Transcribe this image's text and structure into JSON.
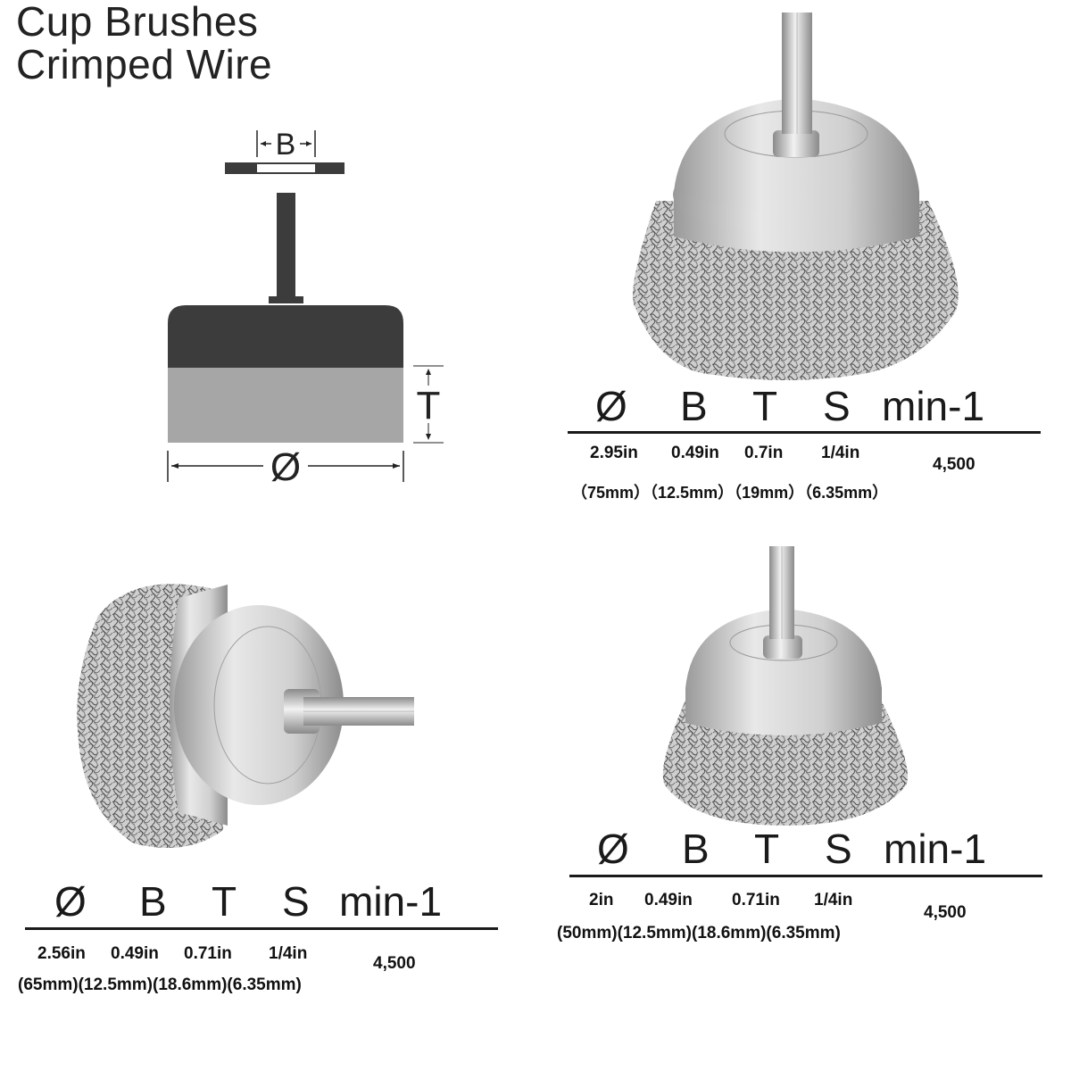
{
  "title": {
    "line1": "Cup Brushes",
    "line2": "Crimped Wire"
  },
  "diagram": {
    "label_b": "B",
    "label_t": "T",
    "label_dia": "Ø"
  },
  "spec_headers": {
    "dia": "Ø",
    "b": "B",
    "t": "T",
    "s": "S",
    "rpm": "min-1"
  },
  "products": [
    {
      "dia_in": "2.95in",
      "b_in": "0.49in",
      "t_in": "0.7in",
      "s_in": "1/4in",
      "metric_line": "（75mm）（12.5mm）（19mm）（6.35mm）",
      "rpm": "4,500"
    },
    {
      "dia_in": "2.56in",
      "b_in": "0.49in",
      "t_in": "0.71in",
      "s_in": "1/4in",
      "metric_line": "(65mm)(12.5mm)(18.6mm)(6.35mm)",
      "rpm": "4,500"
    },
    {
      "dia_in": "2in",
      "b_in": "0.49in",
      "t_in": "0.71in",
      "s_in": "1/4in",
      "metric_line": "(50mm)(12.5mm)(18.6mm)(6.35mm)",
      "rpm": "4,500"
    }
  ],
  "colors": {
    "steel_light": "#e6e6e6",
    "steel_mid": "#bdbdbd",
    "steel_dark": "#7a7a7a",
    "wire": "#555555",
    "diagram_dark": "#3c3c3c",
    "diagram_light": "#a6a6a6"
  }
}
